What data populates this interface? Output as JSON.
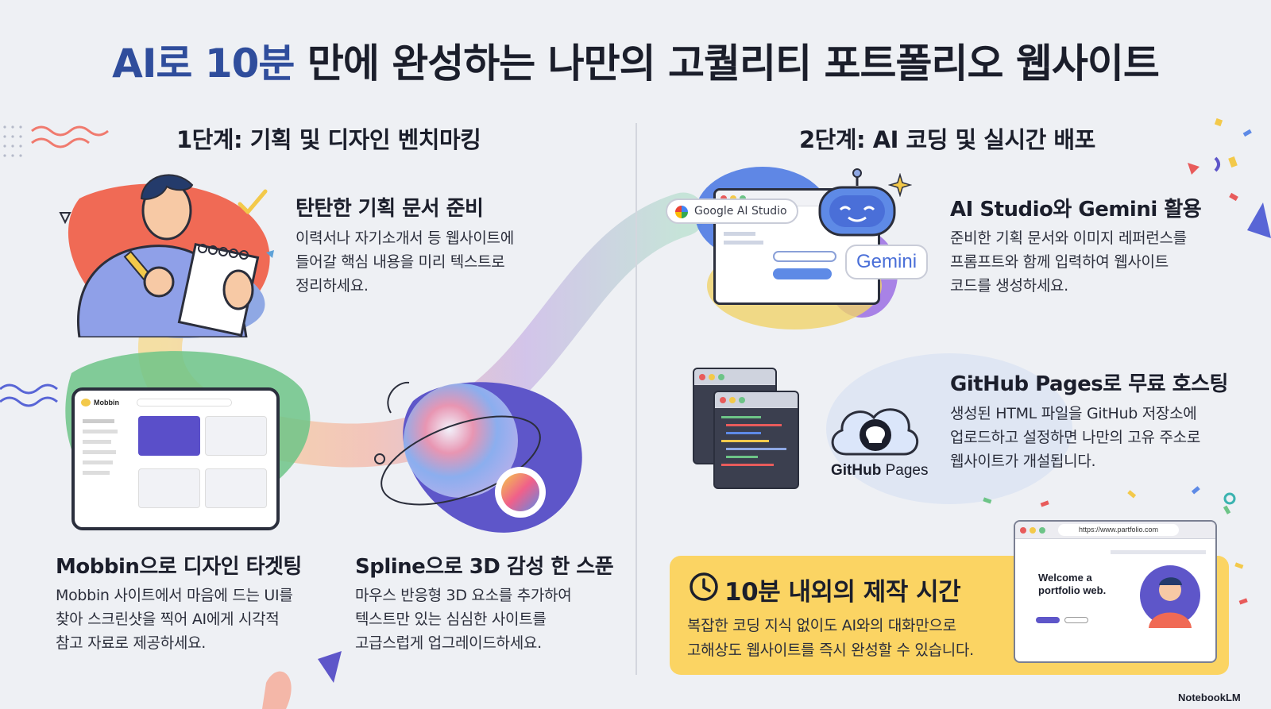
{
  "title": {
    "highlight": "AI로 10분",
    "rest": " 만에 완성하는 나만의 고퀄리티 포트폴리오 웹사이트"
  },
  "stage1": {
    "title": "1단계: 기획 및 디자인 벤치마킹"
  },
  "stage2": {
    "title": "2단계: AI 코딩 및 실시간 배포"
  },
  "sections": {
    "planning": {
      "heading": "탄탄한 기획 문서 준비",
      "lines": [
        "이력서나 자기소개서 등 웹사이트에",
        "들어갈 핵심 내용을 미리 텍스트로",
        "정리하세요."
      ]
    },
    "mobbin": {
      "heading": "Mobbin으로 디자인 타겟팅",
      "lines": [
        "Mobbin 사이트에서 마음에 드는 UI를",
        "찾아 스크린샷을 찍어 AI에게 시각적",
        "참고 자료로 제공하세요."
      ]
    },
    "spline": {
      "heading": "Spline으로 3D 감성 한 스푼",
      "lines": [
        "마우스 반응형 3D 요소를 추가하여",
        "텍스트만 있는 심심한 사이트를",
        "고급스럽게 업그레이드하세요."
      ]
    },
    "aistudio": {
      "heading": "AI Studio와 Gemini 활용",
      "lines": [
        "준비한 기획 문서와 이미지 레퍼런스를",
        "프롬프트와 함께 입력하여 웹사이트",
        "코드를 생성하세요."
      ]
    },
    "github": {
      "heading": "GitHub Pages로 무료 호스팅",
      "lines": [
        "생성된 HTML 파일을 GitHub 저장소에",
        "업로드하고 설정하면 나만의 고유 주소로",
        "웹사이트가 개설됩니다."
      ]
    }
  },
  "badges": {
    "google_ai_studio": "Google AI Studio",
    "gemini": "Gemini",
    "github_bold": "GitHub",
    "github_rest": " Pages",
    "mobbin": "Mobbin"
  },
  "time_box": {
    "heading": "10분 내외의 제작 시간",
    "lines": [
      "복잡한 코딩 지식 없이도 AI와의 대화만으로",
      "고해상도 웹사이트를 즉시 완성할 수 있습니다."
    ]
  },
  "browser": {
    "url": "https://www.partfolio.com",
    "welcome": [
      "Welcome a",
      "portfolio web."
    ]
  },
  "brand": "NotebookLM",
  "colors": {
    "title_highlight": "#2f4d9c",
    "time_box": "#fbd463",
    "background": "#eef0f4"
  },
  "icons": [
    "checkmark-icon",
    "pencil-icon",
    "robot-icon",
    "sparkle-icon",
    "github-cloud-icon",
    "clock-icon",
    "spline-sphere-icon",
    "code-window-icon"
  ]
}
